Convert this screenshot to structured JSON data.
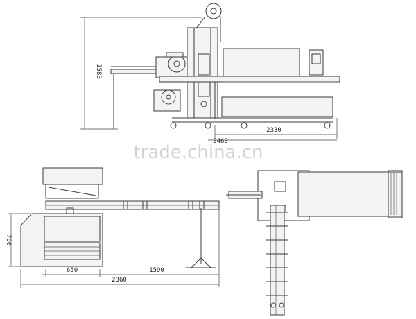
{
  "watermark": "trade.china.cn",
  "views": {
    "side_view": {
      "height_dim": "1580",
      "length_dim": "2330",
      "offset_dim": "2460"
    },
    "front_view": {
      "height_dim": "760",
      "section_a_dim": "650",
      "section_b_dim": "1590",
      "total_dim": "2360"
    },
    "top_view": {}
  }
}
